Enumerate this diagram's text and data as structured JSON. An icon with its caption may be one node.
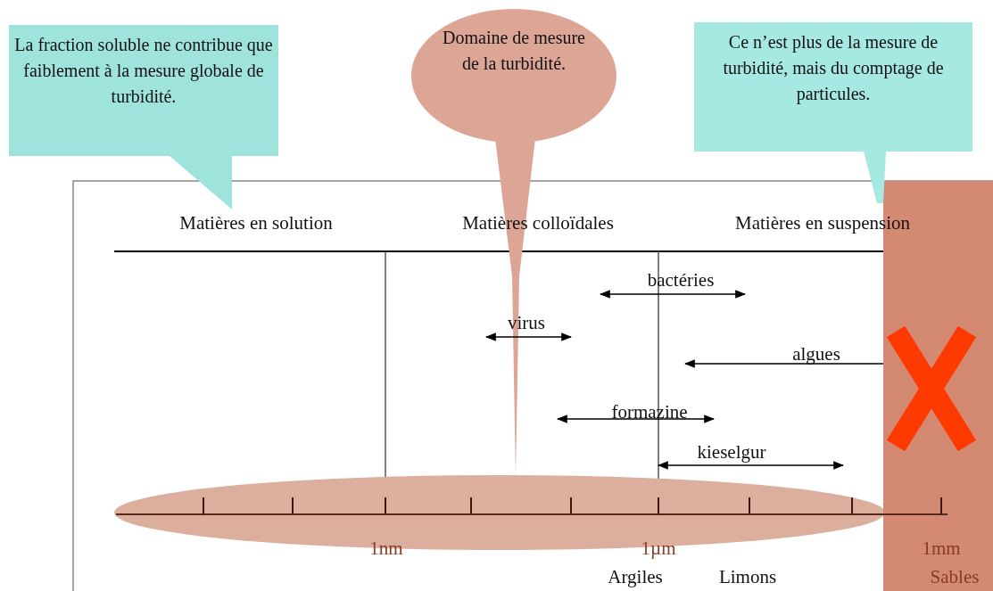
{
  "diagram": {
    "nodes": [
      {
        "text": [
          "La fraction soluble ne contribue que faiblement à la mesure globale de turbidité."
        ]
      },
      {
        "text": [
          "Domaine de mesure de la turbidité."
        ]
      },
      {
        "text": [
          "Ce n’est plus de la mesure de turbidité, mais du comptage de particules."
        ]
      }
    ],
    "labels": [
      "Matières en solution",
      "Matières colloïdales",
      "Matières en suspension",
      "bactéries",
      "virus",
      "algues",
      "formazine",
      "kieselgur",
      "1nm",
      "1µm",
      "1mm",
      "Argiles",
      "Limons",
      "Sables"
    ]
  }
}
